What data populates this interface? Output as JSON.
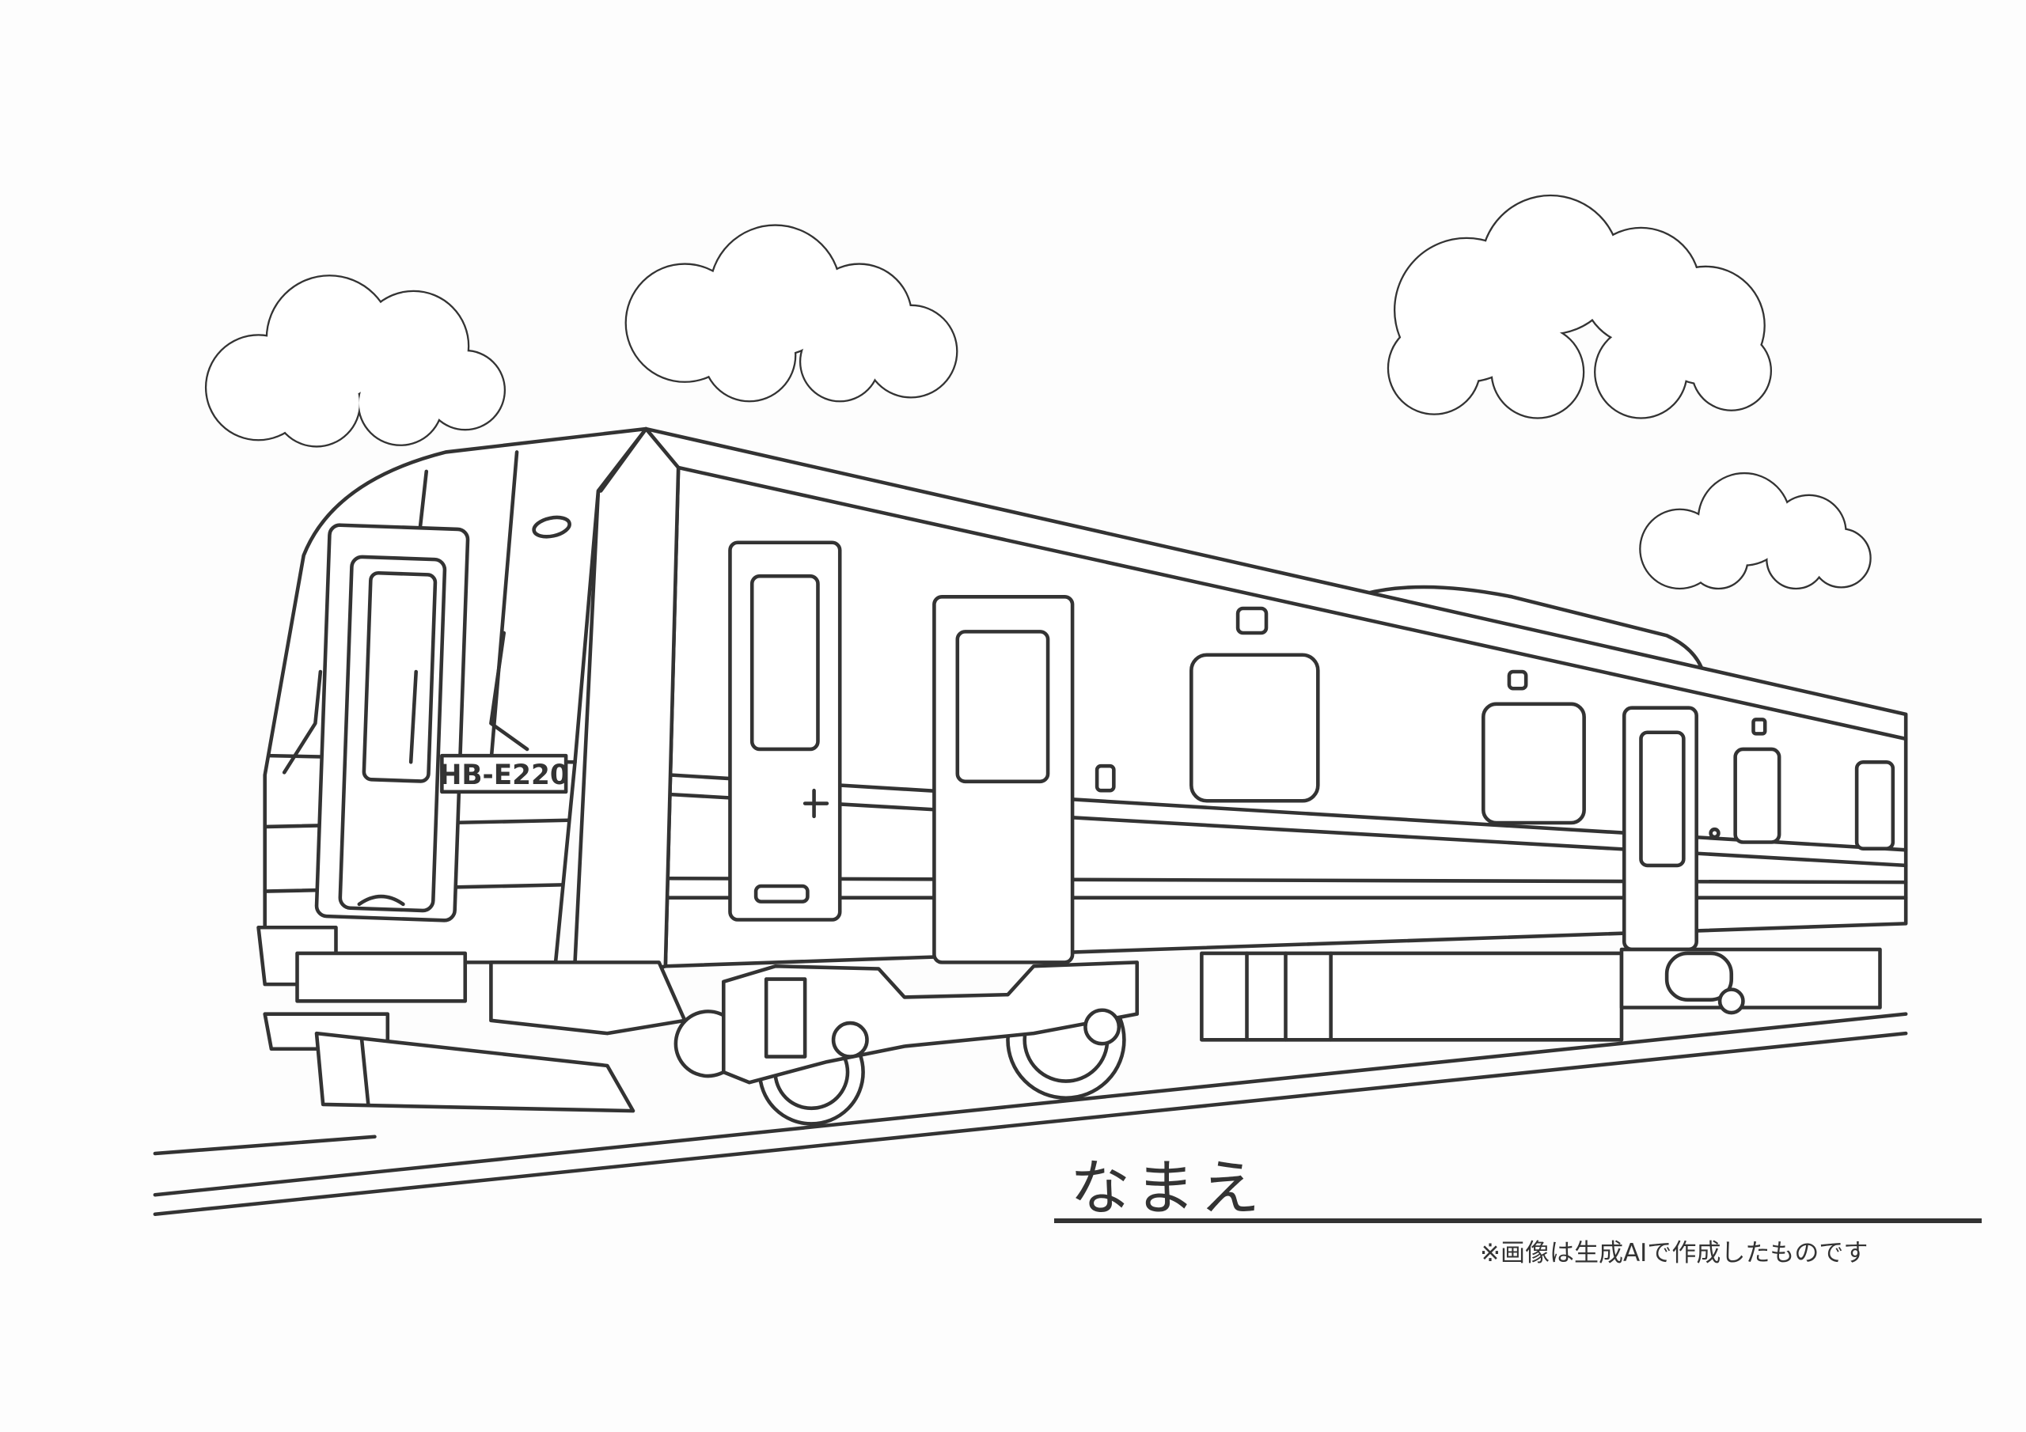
{
  "worksheet": {
    "name_label": "なまえ",
    "disclaimer": "※画像は生成AIで作成したものです"
  },
  "illustration": {
    "train_plate": "HB-E220",
    "line_color": "#333333",
    "background_color": "#fdfdfd"
  }
}
